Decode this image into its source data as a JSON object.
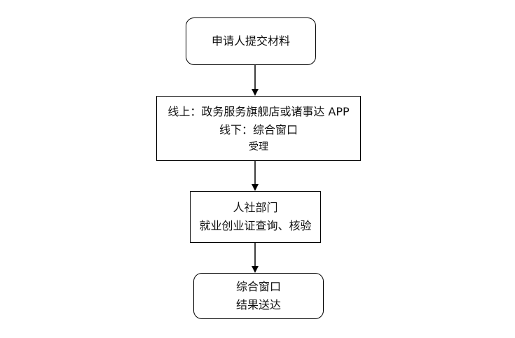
{
  "nodes": {
    "submit": {
      "text": "申请人提交材料"
    },
    "accept": {
      "online": "线上：政务服务旗舰店或诸事达 APP",
      "offline": "线下：综合窗口",
      "action": "受理"
    },
    "review": {
      "dept": "人社部门",
      "action": "就业创业证查询、核验"
    },
    "deliver": {
      "window": "综合窗口",
      "action": "结果送达"
    }
  }
}
